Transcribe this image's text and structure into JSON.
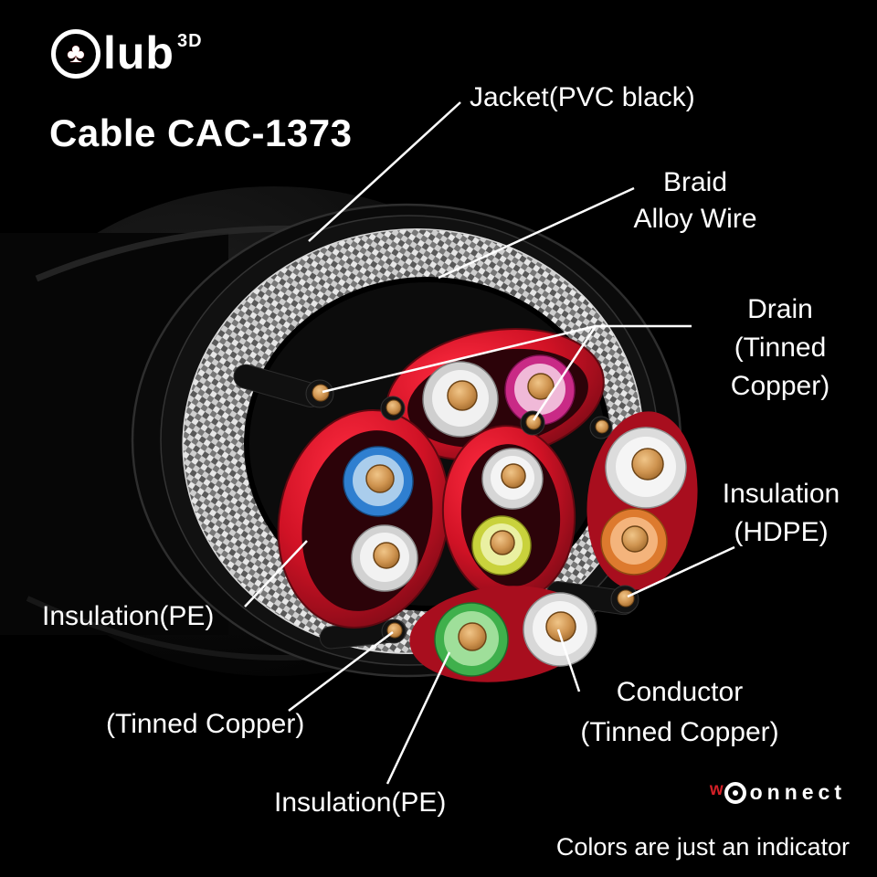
{
  "logo": {
    "clover": "♣",
    "word": "lub",
    "sup": "3D"
  },
  "title": "Cable CAC-1373",
  "callouts": {
    "jacket": "Jacket(PVC black)",
    "braid": [
      "Braid",
      "Alloy Wire"
    ],
    "drain": [
      "Drain",
      "(Tinned",
      "Copper)"
    ],
    "insulation_hdpe": [
      "Insulation",
      "(HDPE)"
    ],
    "insulation_pe_left": "Insulation(PE)",
    "tinned_copper_left": "(Tinned Copper)",
    "insulation_pe_bottom": "Insulation(PE)",
    "conductor": [
      "Conductor",
      "(Tinned Copper)"
    ]
  },
  "footer": {
    "wconnect_w": "w",
    "wconnect_rest": "onnect",
    "note": "Colors are just an indicator"
  },
  "diagram": {
    "subject": "cable cross-section",
    "colors": {
      "background": "#000000",
      "jacket_pvc_black": "#0a0a0a",
      "braid_silver": "#c9c9c9",
      "inner_pvc_red": "#cf1225",
      "wire_pink": "#c92a86",
      "wire_blue": "#2f7fd0",
      "wire_yellow_green": "#c9d23c",
      "wire_orange": "#dd7a2e",
      "wire_green": "#3fb04c",
      "wire_white": "#f1f1f1",
      "conductor_copper": "#cf9450",
      "label_text": "#ffffff",
      "wconnect_red": "#d42027"
    }
  }
}
